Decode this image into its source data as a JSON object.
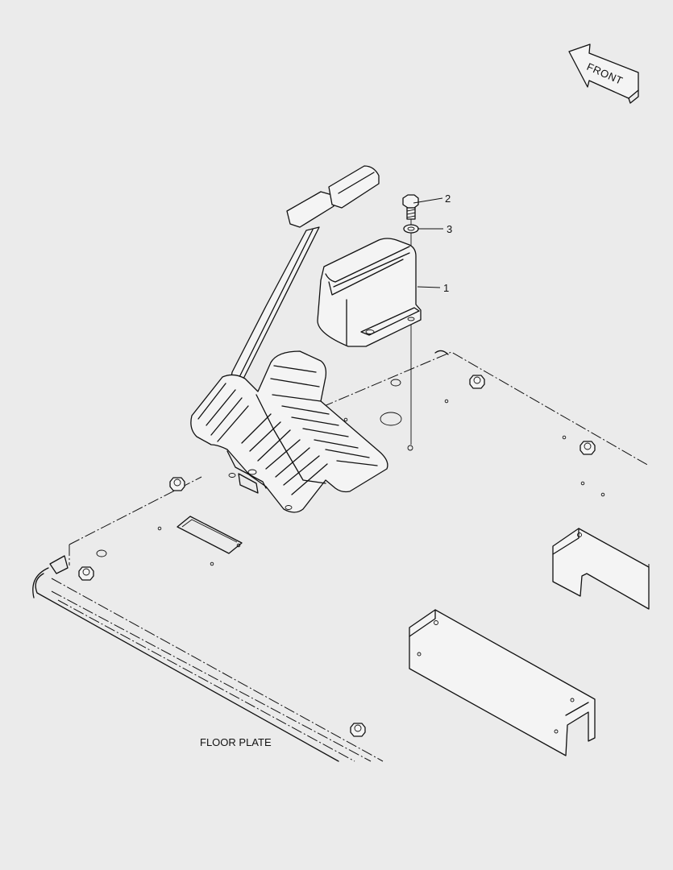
{
  "diagram": {
    "background": "#ebebeb",
    "line_color": "#111111",
    "orientation_label": "FRONT",
    "caption": "FLOOR PLATE",
    "callouts": [
      {
        "id": "1",
        "label": "1"
      },
      {
        "id": "2",
        "label": "2"
      },
      {
        "id": "3",
        "label": "3"
      }
    ],
    "parts": {
      "cover": "cover-icon",
      "bolt": "bolt-icon",
      "washer": "washer-icon",
      "pedal": "pedal-assembly-icon",
      "lever": "lever-icon",
      "floor": "floor-plate-icon",
      "brackets": "bracket-icon"
    }
  }
}
